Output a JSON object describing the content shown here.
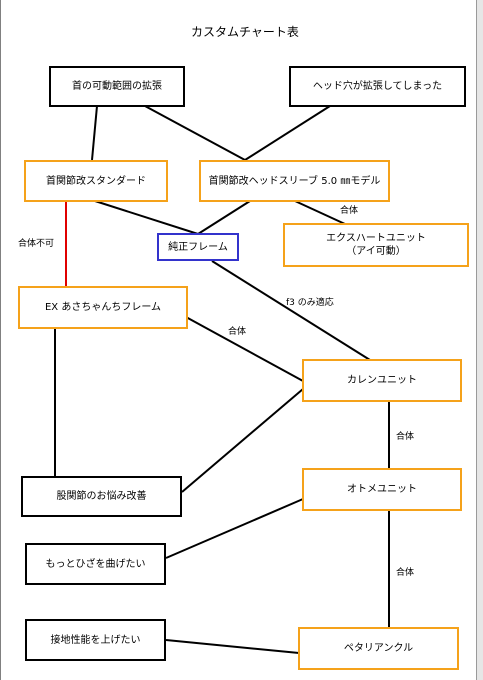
{
  "title": "カスタムチャート表",
  "colors": {
    "black_box": "#000000",
    "orange_box": "#f5a21a",
    "blue_box": "#3333cc",
    "incompatible_line": "#e00000",
    "line": "#000000"
  },
  "nodes": {
    "neck_range": "首の可動範囲の拡張",
    "head_hole": "ヘッド穴が拡張してしまった",
    "neck_standard": "首関節改スタンダード",
    "neck_headsleeve": "首関節改ヘッドスリーブ 5.0 ㎜モデル",
    "genuine_frame": "純正フレーム",
    "exheart_unit": "エクスハートユニット\n（アイ可動）",
    "ex_asachan": "EX あさちゃんちフレーム",
    "karen_unit": "カレンユニット",
    "hip_improve": "股関節のお悩み改善",
    "otome_unit": "オトメユニット",
    "knee_bend": "もっとひざを曲げたい",
    "ground_perf": "接地性能を上げたい",
    "petari_ankle": "ペタリアンクル"
  },
  "edge_labels": {
    "incompatible": "合体不可",
    "combine_1": "合体",
    "f3_only": "f3 のみ適応",
    "combine_2": "合体",
    "combine_3": "合体",
    "combine_4": "合体"
  }
}
